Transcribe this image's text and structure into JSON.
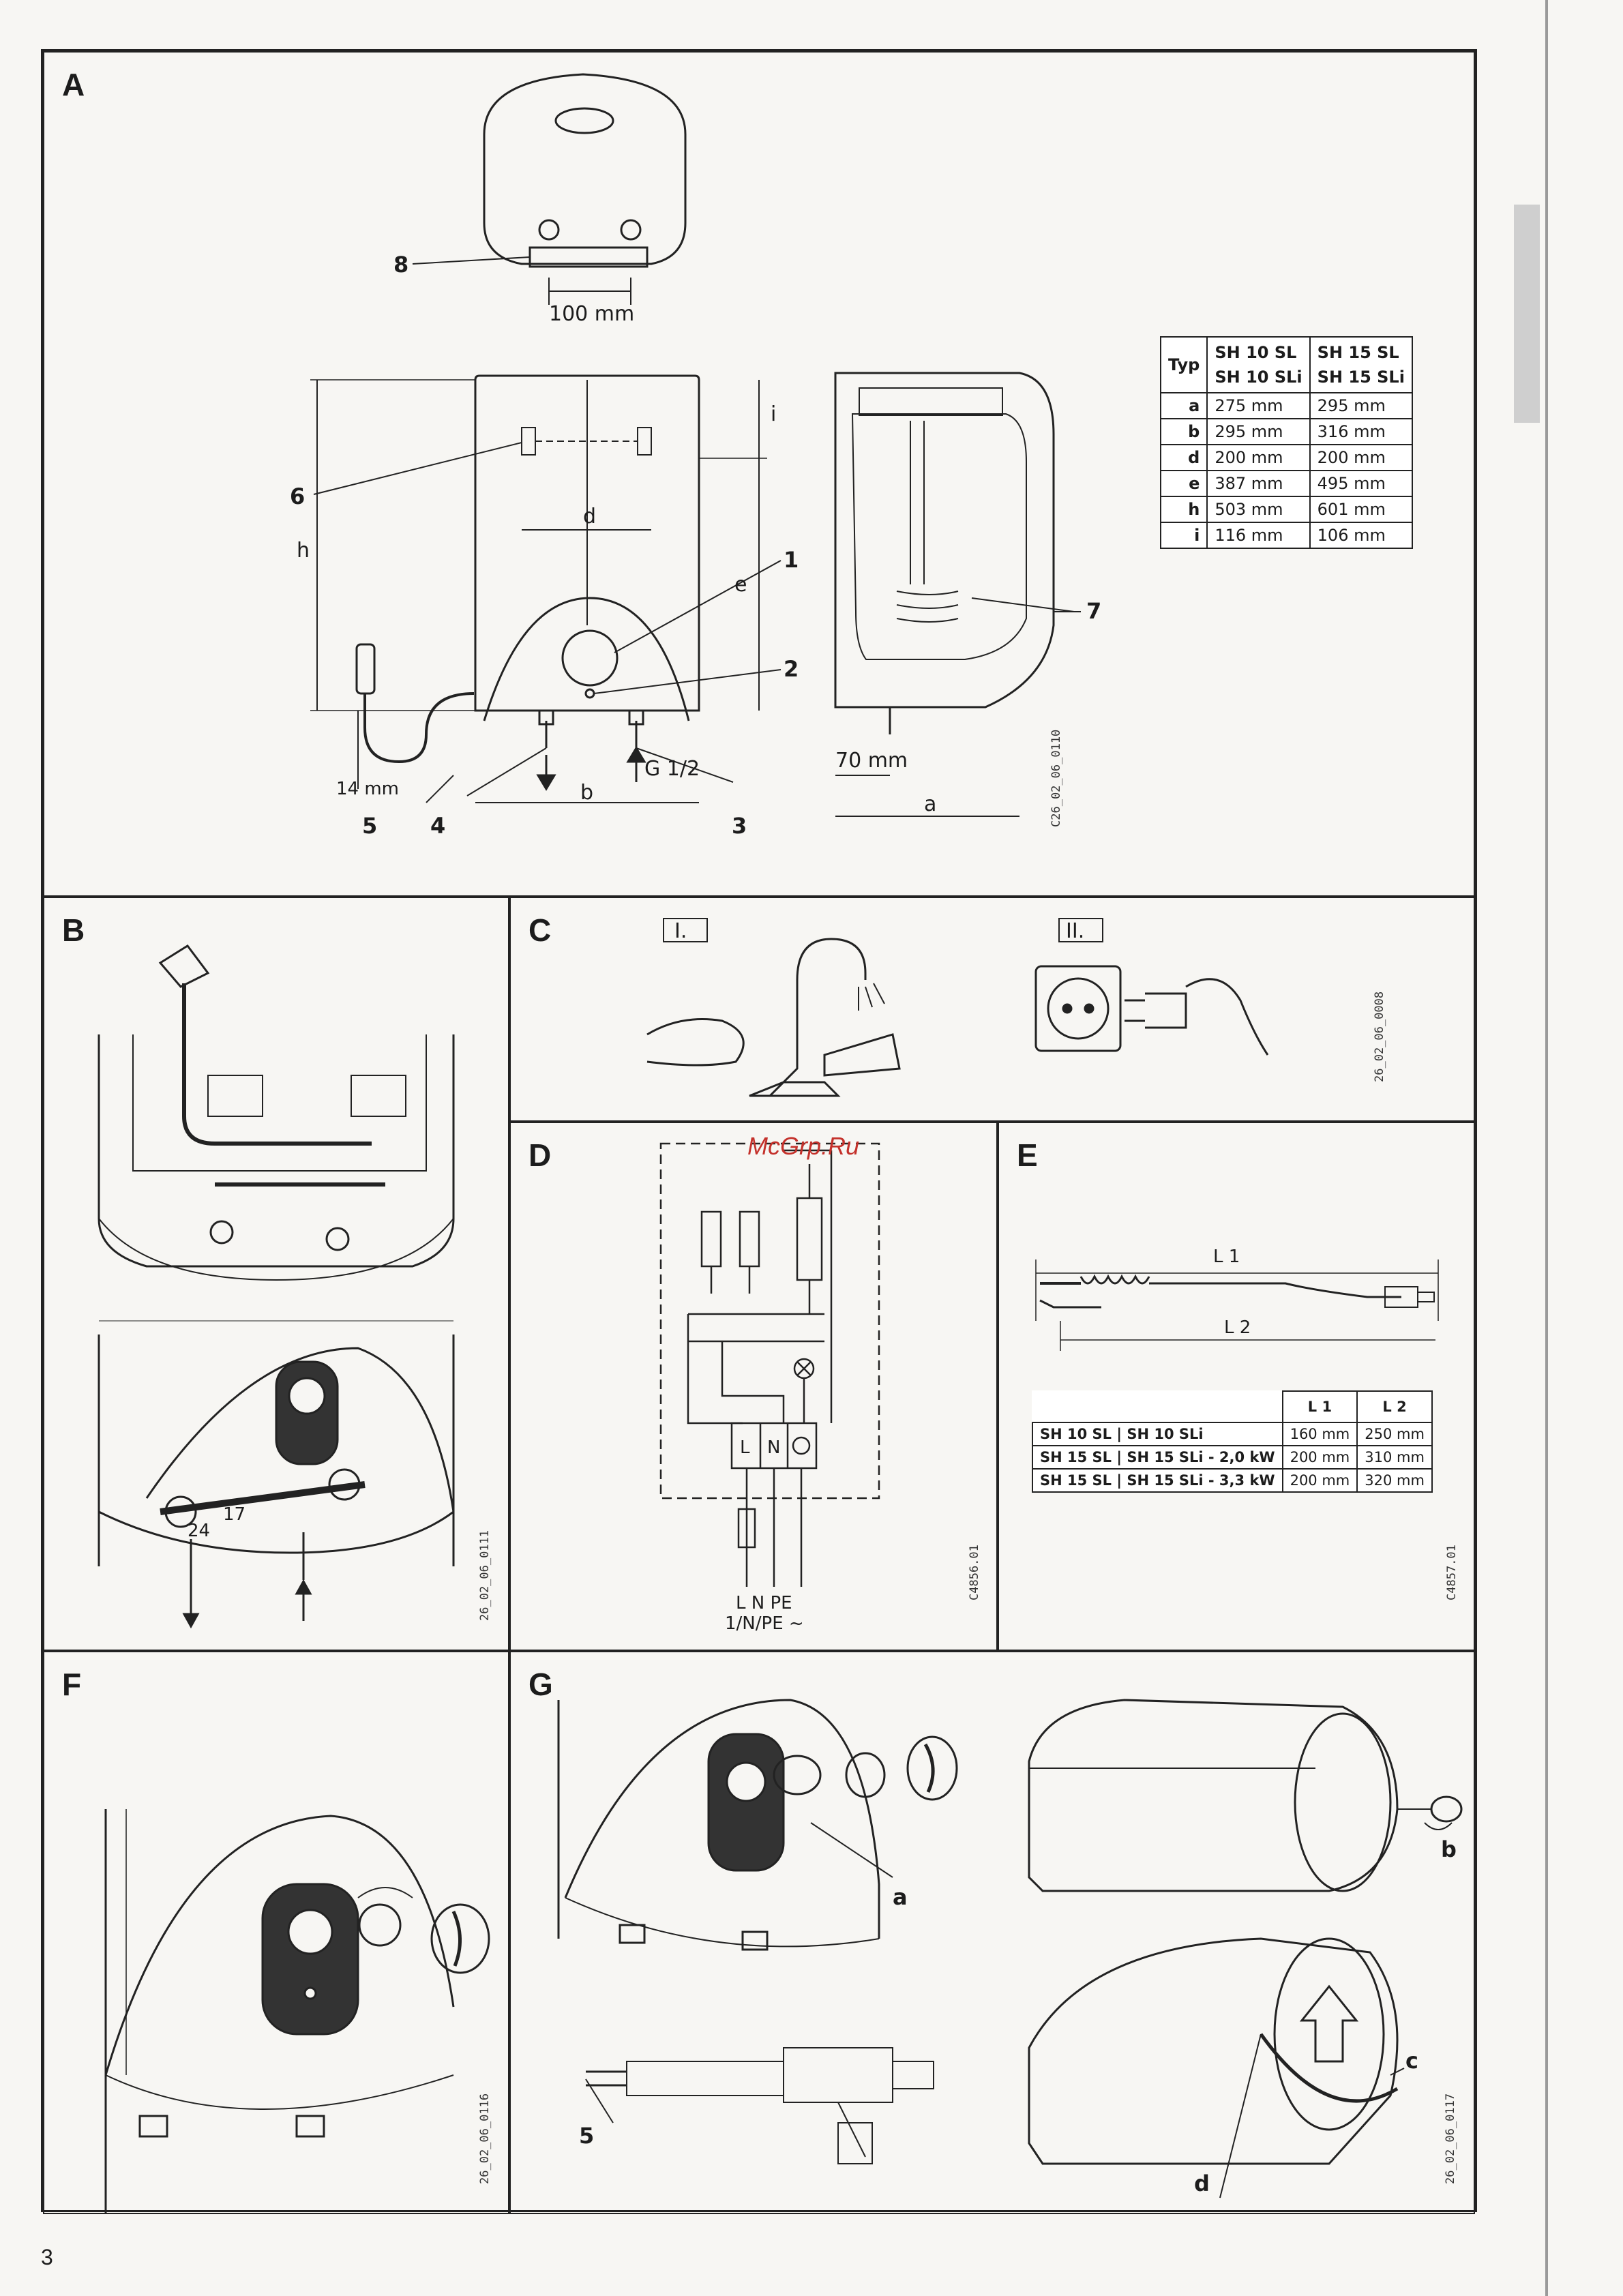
{
  "page_number": "3",
  "watermark": "McGrp.Ru",
  "panels": {
    "A": {
      "letter": "A",
      "callouts": [
        "1",
        "2",
        "3",
        "4",
        "5",
        "6",
        "7",
        "8"
      ],
      "dims": {
        "top_width": "100 mm",
        "h": "h",
        "e": "e",
        "i": "i",
        "d": "d",
        "b": "b",
        "a": "a",
        "g": "G 1/2",
        "bottom": "14 mm",
        "side": "70 mm"
      },
      "code": "C26_02_06_0110",
      "table": {
        "header": [
          "Typ",
          "SH 10 SL",
          "SH 15 SL"
        ],
        "header2": [
          "",
          "SH 10 SLi",
          "SH 15 SLi"
        ],
        "rows": [
          {
            "key": "a",
            "v1": "275 mm",
            "v2": "295 mm"
          },
          {
            "key": "b",
            "v1": "295 mm",
            "v2": "316 mm"
          },
          {
            "key": "d",
            "v1": "200 mm",
            "v2": "200 mm"
          },
          {
            "key": "e",
            "v1": "387 mm",
            "v2": "495 mm"
          },
          {
            "key": "h",
            "v1": "503 mm",
            "v2": "601 mm"
          },
          {
            "key": "i",
            "v1": "116 mm",
            "v2": "106 mm"
          }
        ]
      }
    },
    "B": {
      "letter": "B",
      "wrench1": "24",
      "wrench2": "17",
      "code": "26_02_06_0111"
    },
    "C": {
      "letter": "C",
      "step1": "I.",
      "step2": "II.",
      "code": "26_02_06_0008"
    },
    "D": {
      "letter": "D",
      "terminals": [
        "L",
        "N"
      ],
      "supply": "L  N PE",
      "supply2": "1/N/PE ~",
      "code": "C4856.01"
    },
    "E": {
      "letter": "E",
      "l1": "L 1",
      "l2": "L 2",
      "code": "C4857.01",
      "table": {
        "header": [
          "",
          "L 1",
          "L 2"
        ],
        "rows": [
          {
            "model": "SH 10 SL | SH 10 SLi",
            "l1": "160 mm",
            "l2": "250 mm"
          },
          {
            "model": "SH 15 SL | SH 15 SLi - 2,0 kW",
            "l1": "200 mm",
            "l2": "310 mm"
          },
          {
            "model": "SH 15 SL | SH 15 SLi - 3,3 kW",
            "l1": "200 mm",
            "l2": "320 mm"
          }
        ]
      }
    },
    "F": {
      "letter": "F",
      "code": "26_02_06_0116"
    },
    "G": {
      "letter": "G",
      "callouts": [
        "a",
        "b",
        "c",
        "d",
        "5"
      ],
      "code": "26_02_06_0117"
    }
  }
}
